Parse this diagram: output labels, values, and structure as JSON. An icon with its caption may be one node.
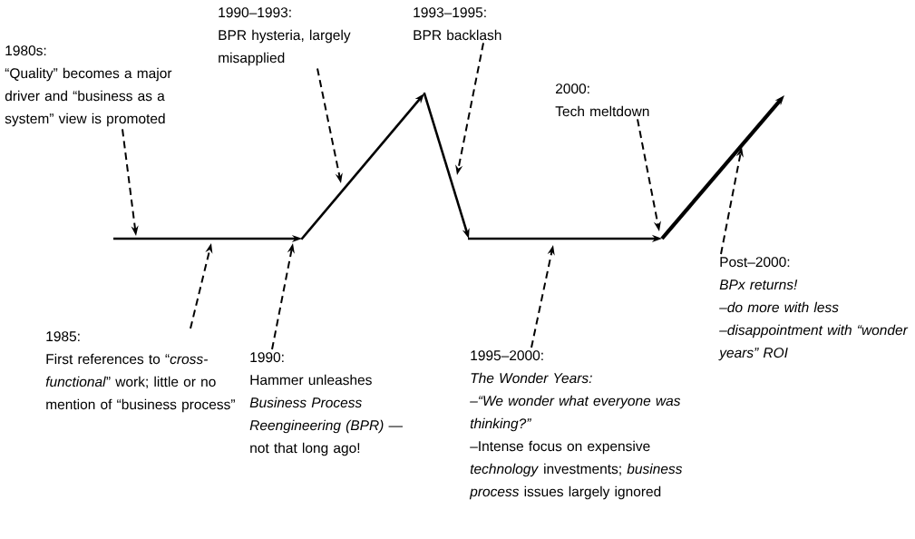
{
  "diagram": {
    "nodes": [
      {
        "text": [
          "1980s:",
          "“Quality” becomes a major driver and “business as a system” view is promoted"
        ]
      },
      {
        "text": [
          "1990–1993:",
          "BPR hysteria, largely misapplied"
        ]
      },
      {
        "text": [
          "1993–1995:",
          "BPR backlash"
        ]
      },
      {
        "text": [
          "2000:",
          "Tech meltdown"
        ]
      },
      {
        "text": [
          "1985:",
          "First references to “*cross-functional*” work; little or no mention of “business process”"
        ]
      },
      {
        "text": [
          "1990:",
          "Hammer unleashes *Business Process Reengineering (BPR)* —not that long ago!"
        ]
      },
      {
        "text": [
          "1995–2000:",
          "The Wonder Years:",
          "–“We wonder what everyone was thinking?”",
          "–Intense focus on expensive *technology* investments; *business process* issues largely ignored"
        ]
      },
      {
        "text": [
          "Post–2000:",
          "BPx returns!",
          "–do more with less",
          "–disappointment with “wonder years” ROI"
        ]
      }
    ],
    "edges": [
      {
        "from": 0,
        "to": null,
        "arrow": "to"
      },
      {
        "from": 1,
        "to": null,
        "arrow": "to"
      },
      {
        "from": 2,
        "to": null,
        "arrow": "to"
      },
      {
        "from": 3,
        "to": null,
        "arrow": "to"
      },
      {
        "from": 4,
        "to": null,
        "arrow": "to"
      },
      {
        "from": 5,
        "to": null,
        "arrow": "to"
      },
      {
        "from": 6,
        "to": null,
        "arrow": "to"
      },
      {
        "from": 7,
        "to": null,
        "arrow": "to"
      }
    ]
  }
}
